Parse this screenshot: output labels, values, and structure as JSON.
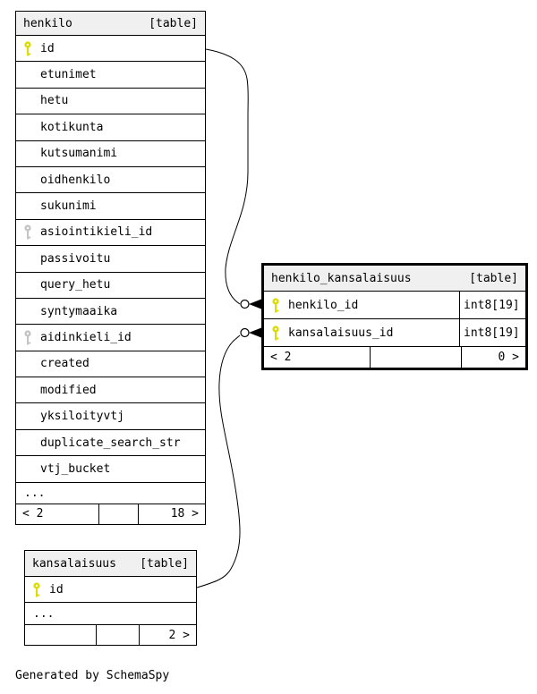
{
  "diagram": {
    "generator_note": "Generated by SchemaSpy",
    "colors": {
      "header_bg": "#f0f0f0",
      "border": "#000000",
      "primary_key": "#dcdc00",
      "foreign_key": "#c4c4c4",
      "background": "#ffffff"
    },
    "tables": [
      {
        "name": "henkilo",
        "tag": "[table]",
        "columns": [
          {
            "name": "id",
            "key": "primary"
          },
          {
            "name": "etunimet",
            "key": "none"
          },
          {
            "name": "hetu",
            "key": "none"
          },
          {
            "name": "kotikunta",
            "key": "none"
          },
          {
            "name": "kutsumanimi",
            "key": "none"
          },
          {
            "name": "oidhenkilo",
            "key": "none"
          },
          {
            "name": "sukunimi",
            "key": "none"
          },
          {
            "name": "asiointikieli_id",
            "key": "foreign"
          },
          {
            "name": "passivoitu",
            "key": "none"
          },
          {
            "name": "query_hetu",
            "key": "none"
          },
          {
            "name": "syntymaaika",
            "key": "none"
          },
          {
            "name": "aidinkieli_id",
            "key": "foreign"
          },
          {
            "name": "created",
            "key": "none"
          },
          {
            "name": "modified",
            "key": "none"
          },
          {
            "name": "yksiloityvtj",
            "key": "none"
          },
          {
            "name": "duplicate_search_str",
            "key": "none"
          },
          {
            "name": "vtj_bucket",
            "key": "none"
          }
        ],
        "ellipsis": "...",
        "footer": {
          "prev": "< 2",
          "middle": "",
          "next": "18 >"
        }
      },
      {
        "name": "henkilo_kansalaisuus",
        "tag": "[table]",
        "columns": [
          {
            "name": "henkilo_id",
            "type": "int8[19]",
            "key": "primary"
          },
          {
            "name": "kansalaisuus_id",
            "type": "int8[19]",
            "key": "primary"
          }
        ],
        "footer": {
          "prev": "< 2",
          "middle": "",
          "next": "0 >"
        }
      },
      {
        "name": "kansalaisuus",
        "tag": "[table]",
        "columns": [
          {
            "name": "id",
            "key": "primary"
          }
        ],
        "ellipsis": "...",
        "footer": {
          "prev": "",
          "middle": "",
          "next": "2 >"
        }
      }
    ],
    "relationships": [
      {
        "from": "henkilo.id",
        "to": "henkilo_kansalaisuus.henkilo_id"
      },
      {
        "from": "kansalaisuus.id",
        "to": "henkilo_kansalaisuus.kansalaisuus_id"
      }
    ]
  }
}
